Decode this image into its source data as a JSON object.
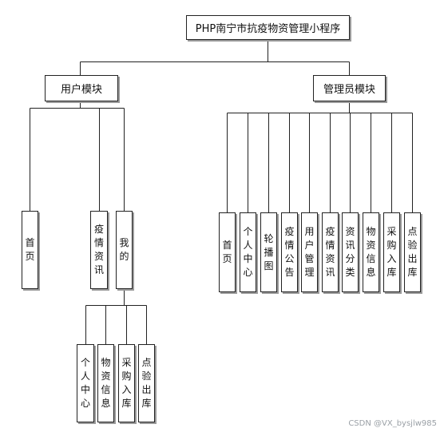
{
  "root": {
    "label": "PHP南宁市抗疫物资管理小程序"
  },
  "branches": {
    "user": {
      "label": "用户模块",
      "children": [
        "首页",
        "疫情资讯",
        "我的"
      ],
      "mine_children": [
        "个人中心",
        "物资信息",
        "采购入库",
        "点验出库"
      ]
    },
    "admin": {
      "label": "管理员模块",
      "children": [
        "首页",
        "个人中心",
        "轮播图",
        "疫情公告",
        "用户管理",
        "疫情资讯",
        "资讯分类",
        "物资信息",
        "采购入库",
        "点验出库"
      ]
    }
  },
  "watermark": "CSDN @VX_bysjlw985"
}
